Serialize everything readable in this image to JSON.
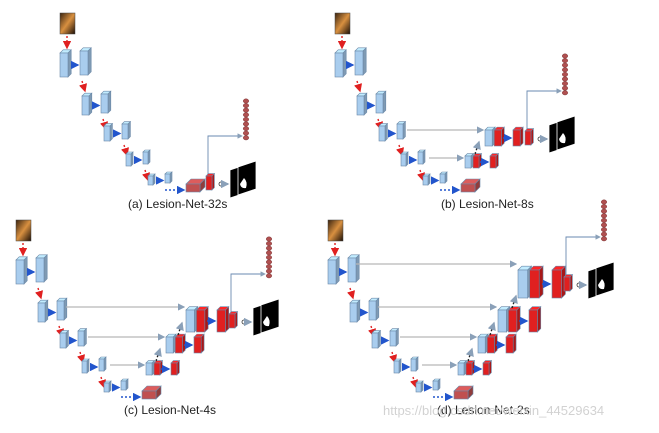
{
  "panels": [
    {
      "id": "a",
      "caption": "(a) Lesion-Net-32s"
    },
    {
      "id": "b",
      "caption": "(b) Lesion-Net-8s"
    },
    {
      "id": "c",
      "caption": "(c) Lesion-Net-4s"
    },
    {
      "id": "d",
      "caption": "(d) Lesion-Net-2s"
    }
  ],
  "watermark": "https://blog.csdn.net/weixin_44529634",
  "colors": {
    "encoder_block": "#a9cdee",
    "decoder_block": "#e02020",
    "pool_arrow": "#e02020",
    "conv_arrow": "#2255cc",
    "skip_line": "#b8b8b8",
    "lesion_slices": "#b05050"
  }
}
